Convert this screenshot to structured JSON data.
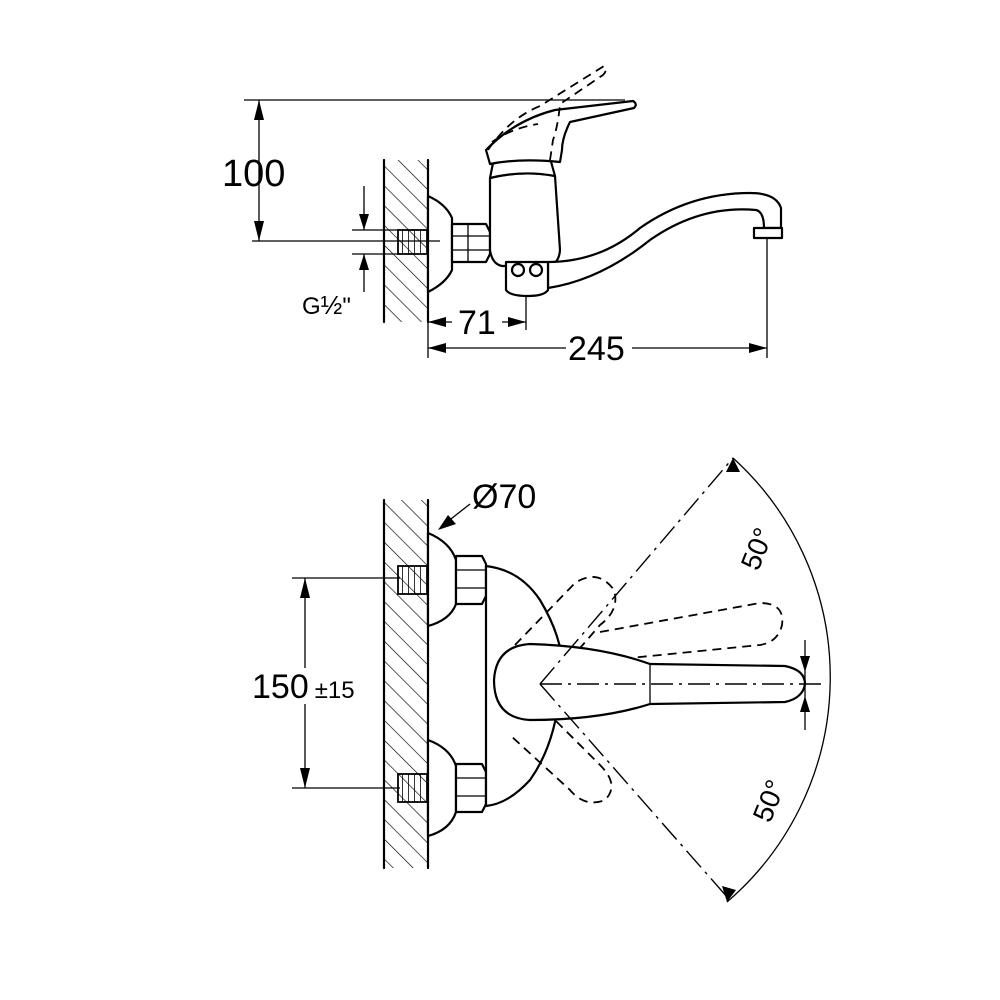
{
  "dimensions": {
    "height_100": "100",
    "thread_g": "G",
    "thread_frac": "½",
    "thread_quote": "\"",
    "depth_71": "71",
    "length_245": "245",
    "flange_diameter": "Ø70",
    "spacing_150": "150",
    "tolerance": "±15",
    "angle_up": "50°",
    "angle_down": "50°"
  }
}
